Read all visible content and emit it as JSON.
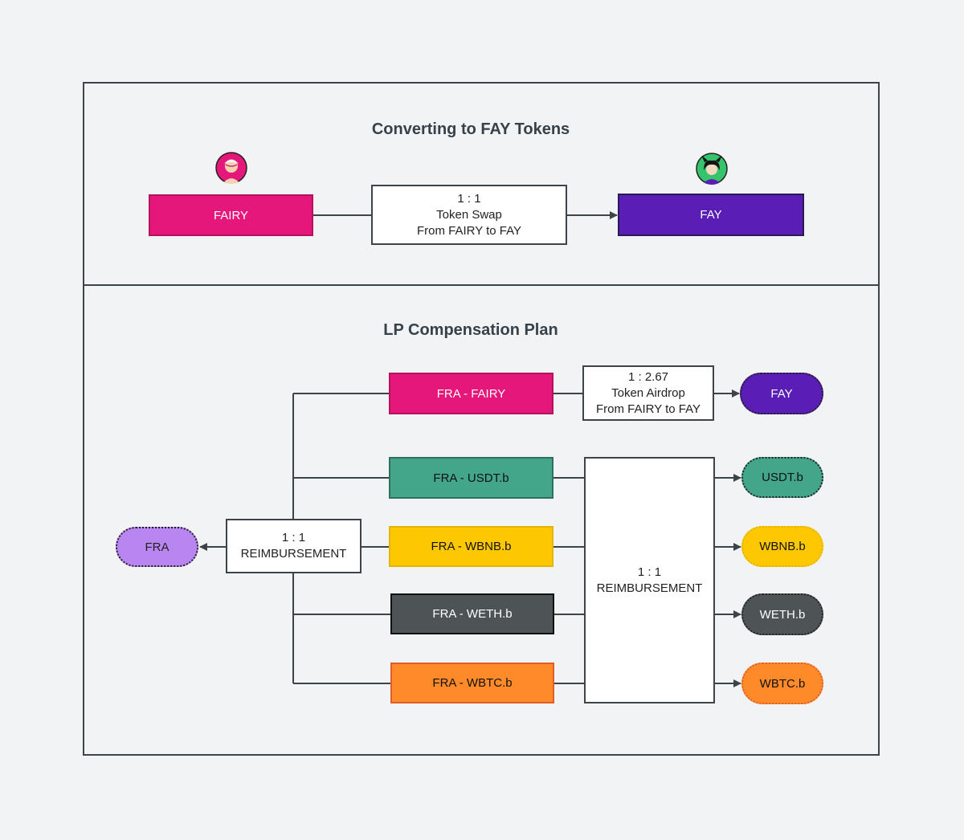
{
  "top": {
    "title": "Converting to FAY Tokens",
    "fairy": "FAIRY",
    "fay": "FAY",
    "swap": {
      "ratio": "1 : 1",
      "line1": "Token Swap",
      "line2": "From FAIRY to FAY"
    }
  },
  "bottom": {
    "title": "LP Compensation Plan",
    "fra": "FRA",
    "reimburse_left": {
      "ratio": "1 : 1",
      "line1": "REIMBURSEMENT"
    },
    "reimburse_right": {
      "ratio": "1 : 1",
      "line1": "REIMBURSEMENT"
    },
    "airdrop": {
      "ratio": "1 : 2.67",
      "line1": "Token Airdrop",
      "line2": "From FAIRY to FAY"
    },
    "pairs": [
      {
        "label": "FRA - FAIRY",
        "out": "FAY",
        "color": "#e5177a",
        "out_color": "#5a1db5"
      },
      {
        "label": "FRA - USDT.b",
        "out": "USDT.b",
        "color": "#43a58a",
        "out_color": "#43a58a"
      },
      {
        "label": "FRA - WBNB.b",
        "out": "WBNB.b",
        "color": "#fdc802",
        "out_color": "#fdc802"
      },
      {
        "label": "FRA - WETH.b",
        "out": "WETH.b",
        "color": "#4e5356",
        "out_color": "#4e5356"
      },
      {
        "label": "FRA - WBTC.b",
        "out": "WBTC.b",
        "color": "#fe8a2a",
        "out_color": "#fe8a2a"
      }
    ],
    "fra_color": "#b985f1"
  },
  "icons": {
    "fairy_avatar": "fairy-avatar-icon",
    "fay_avatar": "fay-avatar-icon"
  }
}
